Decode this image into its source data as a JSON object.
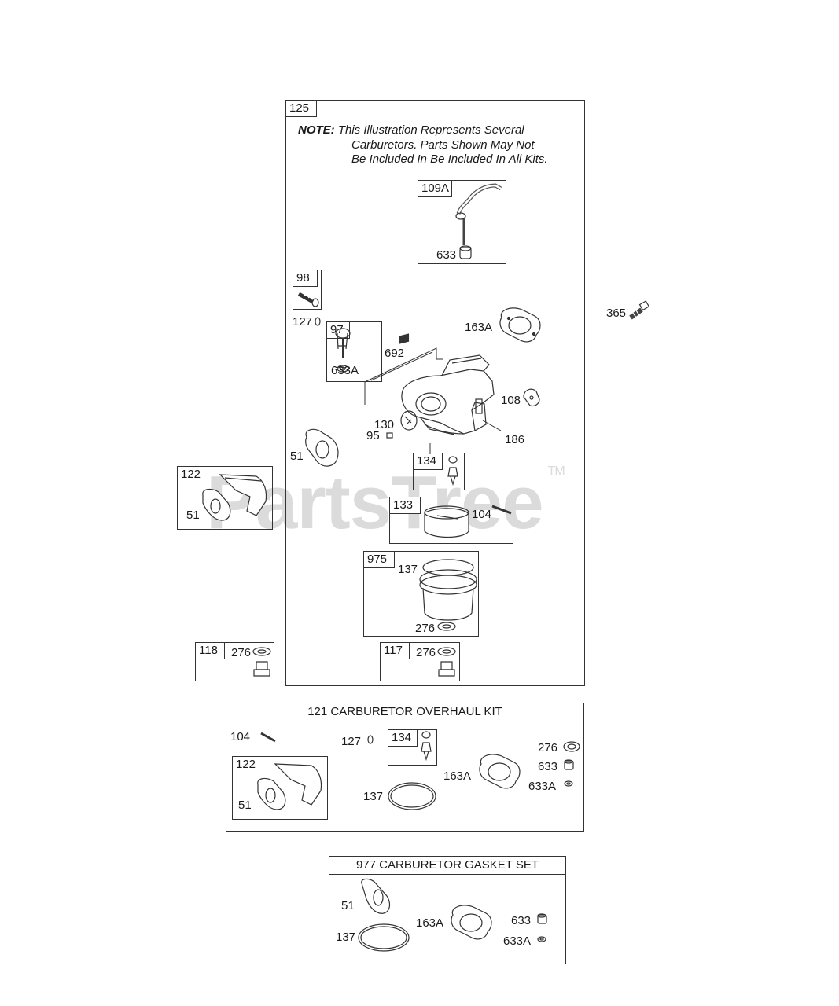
{
  "watermark": {
    "text": "PartsTree",
    "tm": "TM"
  },
  "main_assembly": {
    "ref": "125",
    "note_label": "NOTE:",
    "note_line1": "This Illustration Represents Several",
    "note_line2": "Carburetors. Parts Shown May Not",
    "note_line3": "Be Included In Be Included In All Kits."
  },
  "callouts": {
    "k109a": "109A",
    "k633_top": "633",
    "k98": "98",
    "k127": "127",
    "k97": "97",
    "k633a": "633A",
    "k692": "692",
    "k163a": "163A",
    "k365": "365",
    "k108": "108",
    "k130": "130",
    "k95": "95",
    "k186": "186",
    "k51": "51",
    "k134": "134",
    "k133": "133",
    "k104": "104",
    "k975": "975",
    "k137": "137",
    "k276_975": "276",
    "k117": "117",
    "k276_117": "276",
    "k122": "122",
    "k51_122": "51",
    "k118": "118",
    "k276_118": "276"
  },
  "kit_121": {
    "title": "121 CARBURETOR OVERHAUL KIT",
    "k104": "104",
    "k127": "127",
    "k134": "134",
    "k276": "276",
    "k633": "633",
    "k633a": "633A",
    "k163a": "163A",
    "k122": "122",
    "k51": "51",
    "k137": "137"
  },
  "kit_977": {
    "title": "977 CARBURETOR GASKET SET",
    "k51": "51",
    "k163a": "163A",
    "k137": "137",
    "k633": "633",
    "k633a": "633A"
  }
}
